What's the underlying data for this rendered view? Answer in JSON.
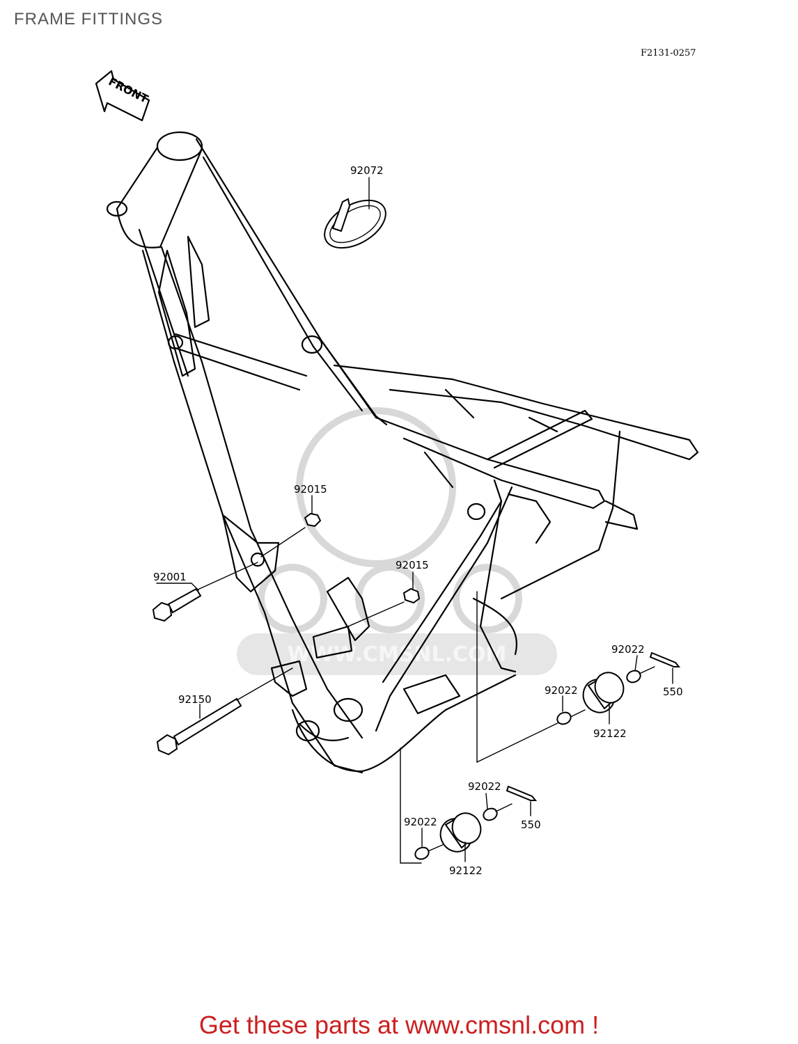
{
  "header": {
    "title": "FRAME FITTINGS",
    "diagram_code": "F2131-0257"
  },
  "diagram": {
    "front_arrow_label": "FRONT",
    "watermark_text": "WWW.CMSNL.COM",
    "parts": {
      "p92072": "92072",
      "p92015_a": "92015",
      "p92015_b": "92015",
      "p92001": "92001",
      "p92150": "92150",
      "p92022_a": "92022",
      "p92022_b": "92022",
      "p92022_c": "92022",
      "p92022_d": "92022",
      "p550_a": "550",
      "p550_b": "550",
      "p92122_a": "92122",
      "p92122_b": "92122"
    }
  },
  "footer": {
    "cta": "Get these parts at www.cmsnl.com !",
    "cta_color": "#cc1f1f"
  }
}
